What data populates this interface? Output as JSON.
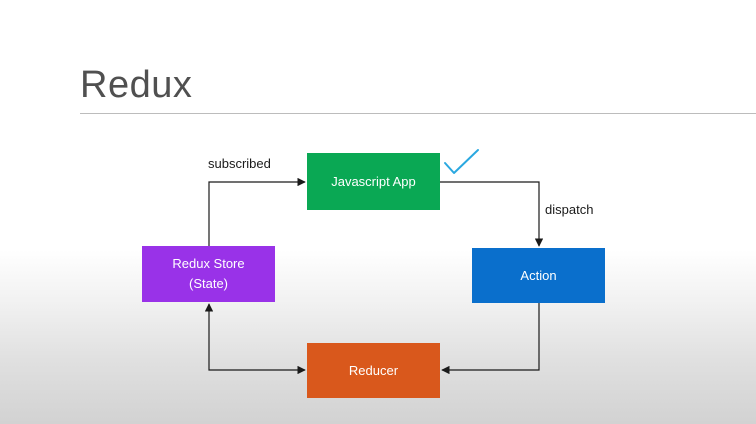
{
  "slide": {
    "title": "Redux"
  },
  "diagram": {
    "nodes": {
      "app": "Javascript App",
      "action": "Action",
      "store": "Redux Store\n(State)",
      "reducer": "Reducer"
    },
    "edges": {
      "subscribed": "subscribed",
      "dispatch": "dispatch"
    },
    "colors": {
      "app": "#0aa854",
      "action": "#0a6fcc",
      "store": "#9932e8",
      "reducer": "#d9581c",
      "checkmark": "#2aa8e0",
      "connector": "#1a1a1a"
    },
    "checkmark_icon": "checkmark-icon"
  }
}
